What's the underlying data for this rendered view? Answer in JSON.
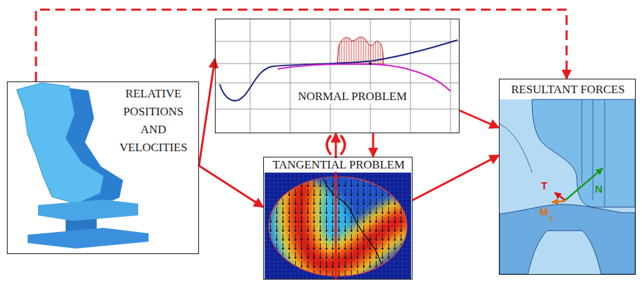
{
  "diagram": {
    "nodes": [
      {
        "text": [
          "RELATIVE POSITIONS AND VELOCITIES"
        ]
      },
      {
        "text": [
          "NORMAL PROBLEM"
        ]
      },
      {
        "text": [
          "TANGENTIAL PROBLEM"
        ]
      },
      {
        "text": [
          "RESULTANT FORCES"
        ]
      }
    ],
    "edges": [
      {
        "from": 0,
        "to": 1,
        "arrow": "to"
      },
      {
        "from": 0,
        "to": 2,
        "arrow": "to"
      },
      {
        "from": 0,
        "to": 3,
        "arrow": "to"
      },
      {
        "from": 1,
        "to": 2,
        "arrow": "to"
      },
      {
        "from": 2,
        "to": 1,
        "arrow": "to"
      },
      {
        "from": 1,
        "to": 3,
        "arrow": "to"
      },
      {
        "from": 2,
        "to": 3,
        "arrow": "to"
      }
    ],
    "labels": [
      "T",
      "N",
      "M",
      "z"
    ]
  }
}
